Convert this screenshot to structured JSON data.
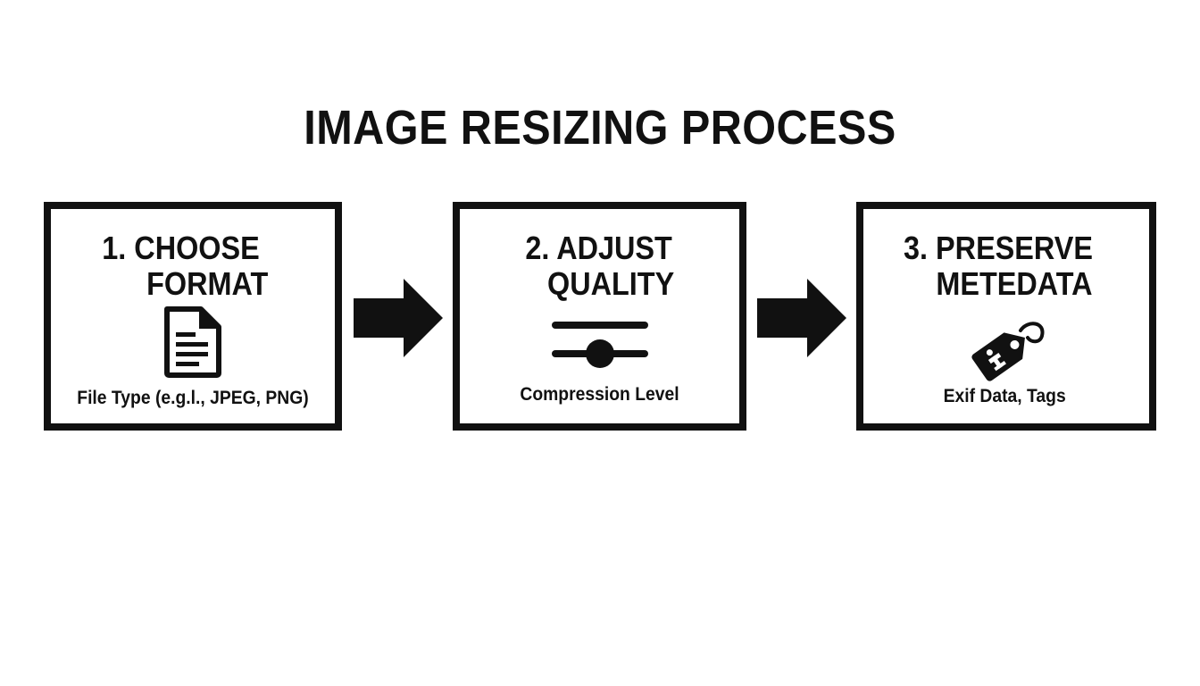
{
  "title": "IMAGE RESIZING PROCESS",
  "steps": [
    {
      "title_line1": "1. CHOOSE",
      "title_line2": "FORMAT",
      "icon": "document-icon",
      "caption": "File Type (e.g.l., JPEG, PNG)"
    },
    {
      "title_line1": "2. ADJUST",
      "title_line2": "QUALITY",
      "icon": "slider-icon",
      "caption": "Compression Level"
    },
    {
      "title_line1": "3. PRESERVE",
      "title_line2": "METEDATA",
      "icon": "info-tag-icon",
      "caption": "Exif Data, Tags"
    }
  ],
  "connectors": [
    "arrow-right-icon",
    "arrow-right-icon"
  ],
  "colors": {
    "ink": "#111111",
    "background": "#ffffff"
  }
}
